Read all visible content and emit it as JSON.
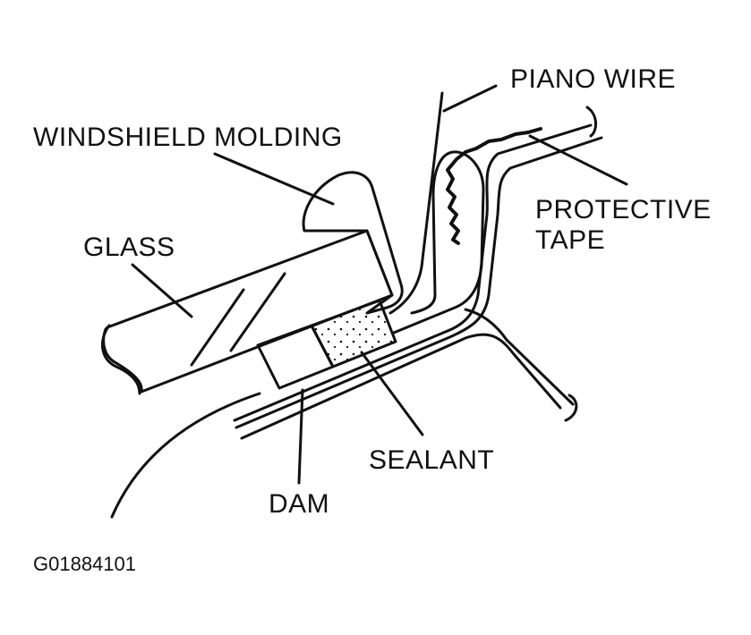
{
  "labels": {
    "piano_wire": "PIANO WIRE",
    "windshield_molding": "WINDSHIELD MOLDING",
    "protective_tape_line1": "PROTECTIVE",
    "protective_tape_line2": "TAPE",
    "glass": "GLASS",
    "sealant": "SEALANT",
    "dam": "DAM"
  },
  "figure_code": "G01884101",
  "colors": {
    "ink": "#111111",
    "paper": "#ffffff"
  }
}
